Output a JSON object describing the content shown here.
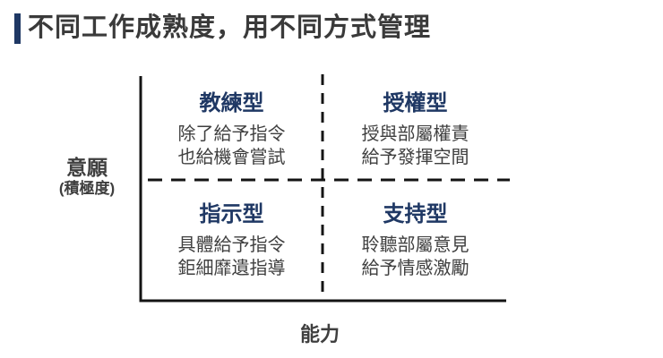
{
  "header": {
    "title": "不同工作成熟度，用不同方式管理"
  },
  "matrix": {
    "y_axis_label": "意願",
    "y_axis_sublabel": "(積極度)",
    "x_axis_label": "能力",
    "quadrants": [
      {
        "position": "top-left",
        "name": "教練型",
        "desc": [
          "除了給予指令",
          "也給機會嘗試"
        ]
      },
      {
        "position": "top-right",
        "name": "授權型",
        "desc": [
          "授與部屬權責",
          "給予發揮空間"
        ]
      },
      {
        "position": "bottom-left",
        "name": "指示型",
        "desc": [
          "具體給予指令",
          "鉅細靡遺指導"
        ]
      },
      {
        "position": "bottom-right",
        "name": "支持型",
        "desc": [
          "聆聽部屬意見",
          "給予情感激勵"
        ]
      }
    ]
  },
  "colors": {
    "accent": "#1F3864",
    "quadrant_title": "#1F3864",
    "title_text": "#3A3A3A",
    "body_text": "#3F3F3F",
    "line": "#141414"
  }
}
